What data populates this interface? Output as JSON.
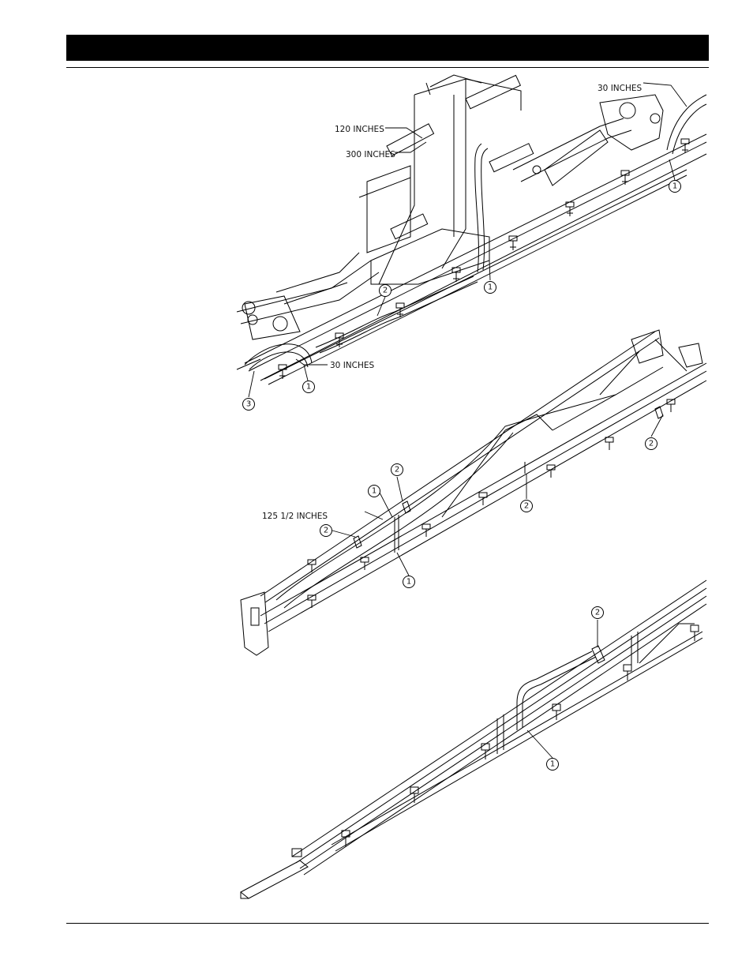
{
  "labels": {
    "dim_30_top": "30 INCHES",
    "dim_120": "120 INCHES",
    "dim_300": "300 INCHES",
    "dim_30_left": "30 INCHES",
    "dim_125": "125 1/2 INCHES"
  },
  "callouts": {
    "c1_top_right": "1",
    "c1_top_mid": "1",
    "c2_top": "2",
    "c1_top_left": "1",
    "c3_top_left": "3",
    "c2_mid_right": "2",
    "c2_mid_center": "2",
    "c2_mid_upper": "2",
    "c1_mid_upper": "1",
    "c2_mid_left": "2",
    "c1_mid_lower": "1",
    "c2_bottom": "2",
    "c1_bottom": "1"
  }
}
